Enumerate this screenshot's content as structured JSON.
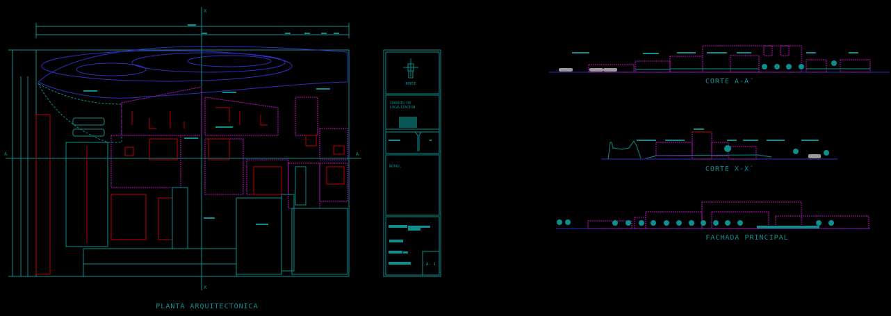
{
  "drawing": {
    "plan_title": "PLANTA ARQUITECTONICA",
    "section_marks": {
      "x_top": "X",
      "x_bottom": "X",
      "a_left": "A",
      "a_right": "A"
    },
    "title_block": {
      "north_label": "NORTE",
      "location_sketch_label_1": "CROQUIS DE",
      "location_sketch_label_2": "LOCALIZACION",
      "notes_label": "NOTAS.",
      "sheet_number": "A- 1"
    },
    "views": [
      {
        "title": "CORTE A-A´"
      },
      {
        "title": "CORTE X-X´"
      },
      {
        "title": "FACHADA PRINCIPAL"
      }
    ]
  },
  "colors": {
    "line": "#0d8f8f",
    "wall": "#c010c0",
    "structure": "#c00000",
    "ground": "#3030c0",
    "background": "#000000"
  }
}
